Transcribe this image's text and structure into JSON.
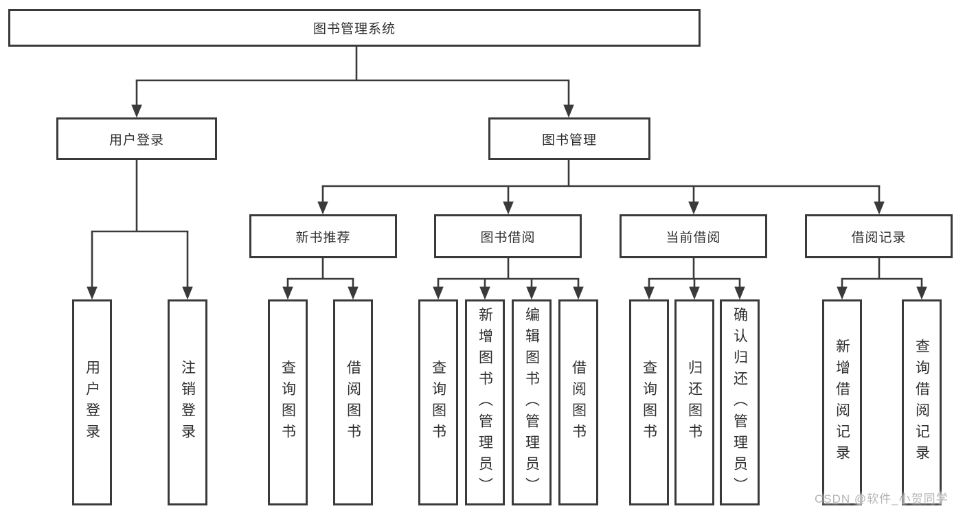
{
  "colors": {
    "line": "#3a3a3a",
    "text": "#2e2e2e",
    "box_fill": "#ffffff",
    "background": "#ffffff",
    "watermark": "#b4b4b4"
  },
  "tree": {
    "root": {
      "label": "图书管理系统"
    },
    "user_login": {
      "label": "用户登录",
      "children": [
        {
          "label": "用户登录"
        },
        {
          "label": "注销登录"
        }
      ]
    },
    "book_mgmt": {
      "label": "图书管理",
      "children": [
        {
          "label": "新书推荐",
          "children": [
            {
              "label": "查询图书"
            },
            {
              "label": "借阅图书"
            }
          ]
        },
        {
          "label": "图书借阅",
          "children": [
            {
              "label": "查询图书"
            },
            {
              "label": "新增图书（管理员）"
            },
            {
              "label": "编辑图书（管理员）"
            },
            {
              "label": "借阅图书"
            }
          ]
        },
        {
          "label": "当前借阅",
          "children": [
            {
              "label": "查询图书"
            },
            {
              "label": "归还图书"
            },
            {
              "label": "确认归还（管理员）"
            }
          ]
        },
        {
          "label": "借阅记录",
          "children": [
            {
              "label": "新增借阅记录"
            },
            {
              "label": "查询借阅记录"
            }
          ]
        }
      ]
    }
  },
  "watermark": {
    "label": "CSDN @软件_小贺同学"
  }
}
